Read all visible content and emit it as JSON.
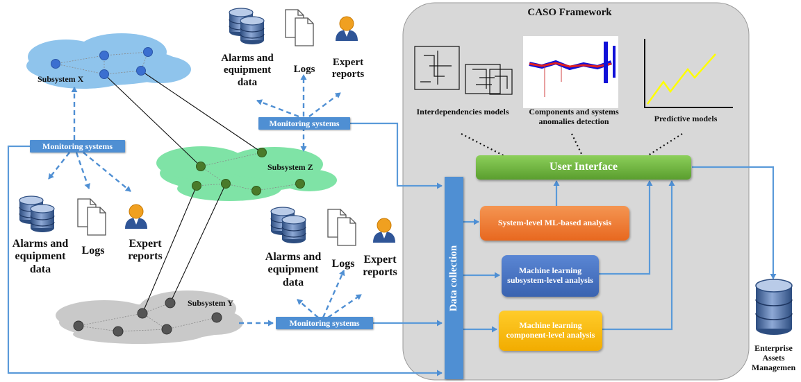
{
  "framework_title": "CASO Framework",
  "panels": [
    {
      "label": "Interdependencies models"
    },
    {
      "label": "Components and systems anomalies detection"
    },
    {
      "label": "Predictive models"
    }
  ],
  "user_interface": "User Interface",
  "data_collection": "Data collection",
  "analyses": {
    "system": "System-level ML-based analysis",
    "subsystem": "Machine learning subsystem-level analysis",
    "component": "Machine learning component-level analysis"
  },
  "subsystems": {
    "x": "Subsystem X",
    "y": "Subsystem Y",
    "z": "Subsystem Z"
  },
  "monitoring": "Monitoring systems",
  "sources": {
    "alarms": "Alarms and equipment data",
    "logs": "Logs",
    "expert": "Expert reports"
  },
  "enterprise": "Enterprise Assets Managemen",
  "colors": {
    "framework_bg": "#d8d8d8",
    "panel": "#7f9ccf",
    "user_interface": "#6aac3a",
    "system_analysis": "#ef7d36",
    "subsystem_analysis": "#4472c4",
    "component_analysis": "#f5b800",
    "monitoring": "#4f8fd3",
    "cloud_x": "#8fc4ec",
    "cloud_z": "#7fe3a6",
    "cloud_y": "#c9c9c9"
  }
}
